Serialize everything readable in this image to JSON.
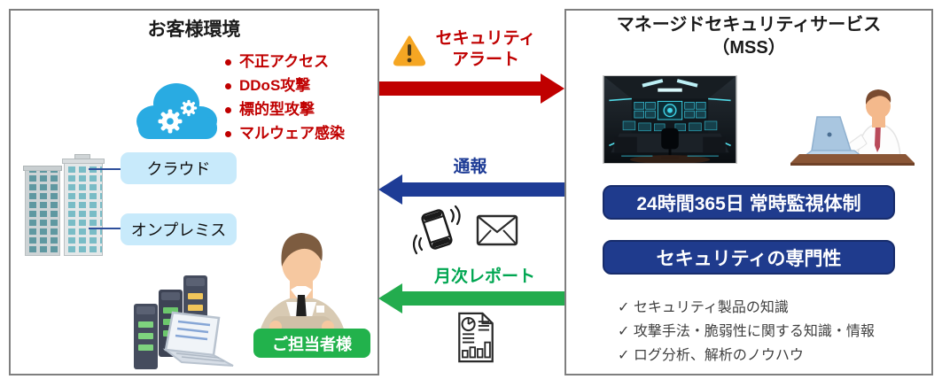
{
  "left_box": {
    "title": "お客様環境",
    "threats": [
      "不正アクセス",
      "DDoS攻撃",
      "標的型攻撃",
      "マルウェア感染"
    ],
    "cloud_label": "クラウド",
    "onprem_label": "オンプレミス",
    "contact_badge": "ご担当者様"
  },
  "flows": {
    "alert_line1": "セキュリティ",
    "alert_line2": "アラート",
    "report_label": "通報",
    "monthly_label": "月次レポート"
  },
  "right_box": {
    "title_line1": "マネージドセキュリティサービス",
    "title_line2": "（MSS）",
    "banner_monitoring": "24時間365日 常時監視体制",
    "banner_expertise": "セキュリティの専門性",
    "checklist": [
      "✓ セキュリティ製品の知識",
      "✓ 攻撃手法・脆弱性に関する知識・情報",
      "✓ ログ分析、解析のノウハウ"
    ]
  },
  "icons": {
    "cloud-gears-icon": "blue cloud with two white gears",
    "office-building-icon": "isometric office tower with teal windows",
    "servers-laptop-icon": "three dark server racks with laptop",
    "customer-contact-person": "man in beige suit, arms crossed",
    "warning-triangle-icon": "orange triangle with exclamation mark",
    "smartphone-icon": "ringing smartphone outline",
    "envelope-icon": "mail envelope outline",
    "report-document-icon": "document with pie chart and bar chart",
    "soc-room-image": "dark security operations center with glowing cyan monitors",
    "security-analyst-illustration": "man in white shirt and red tie at laptop desk"
  },
  "colors": {
    "alert_red": "#C00000",
    "report_blue": "#1E3C96",
    "monthly_green": "#23AC4E",
    "badge_green": "#22B24C",
    "label_light_blue": "#C8EAFB",
    "banner_navy": "#1F3B8D",
    "cloud_blue": "#29ABE2",
    "warning_orange": "#F5A623",
    "box_border_gray": "#7F7F7F"
  }
}
